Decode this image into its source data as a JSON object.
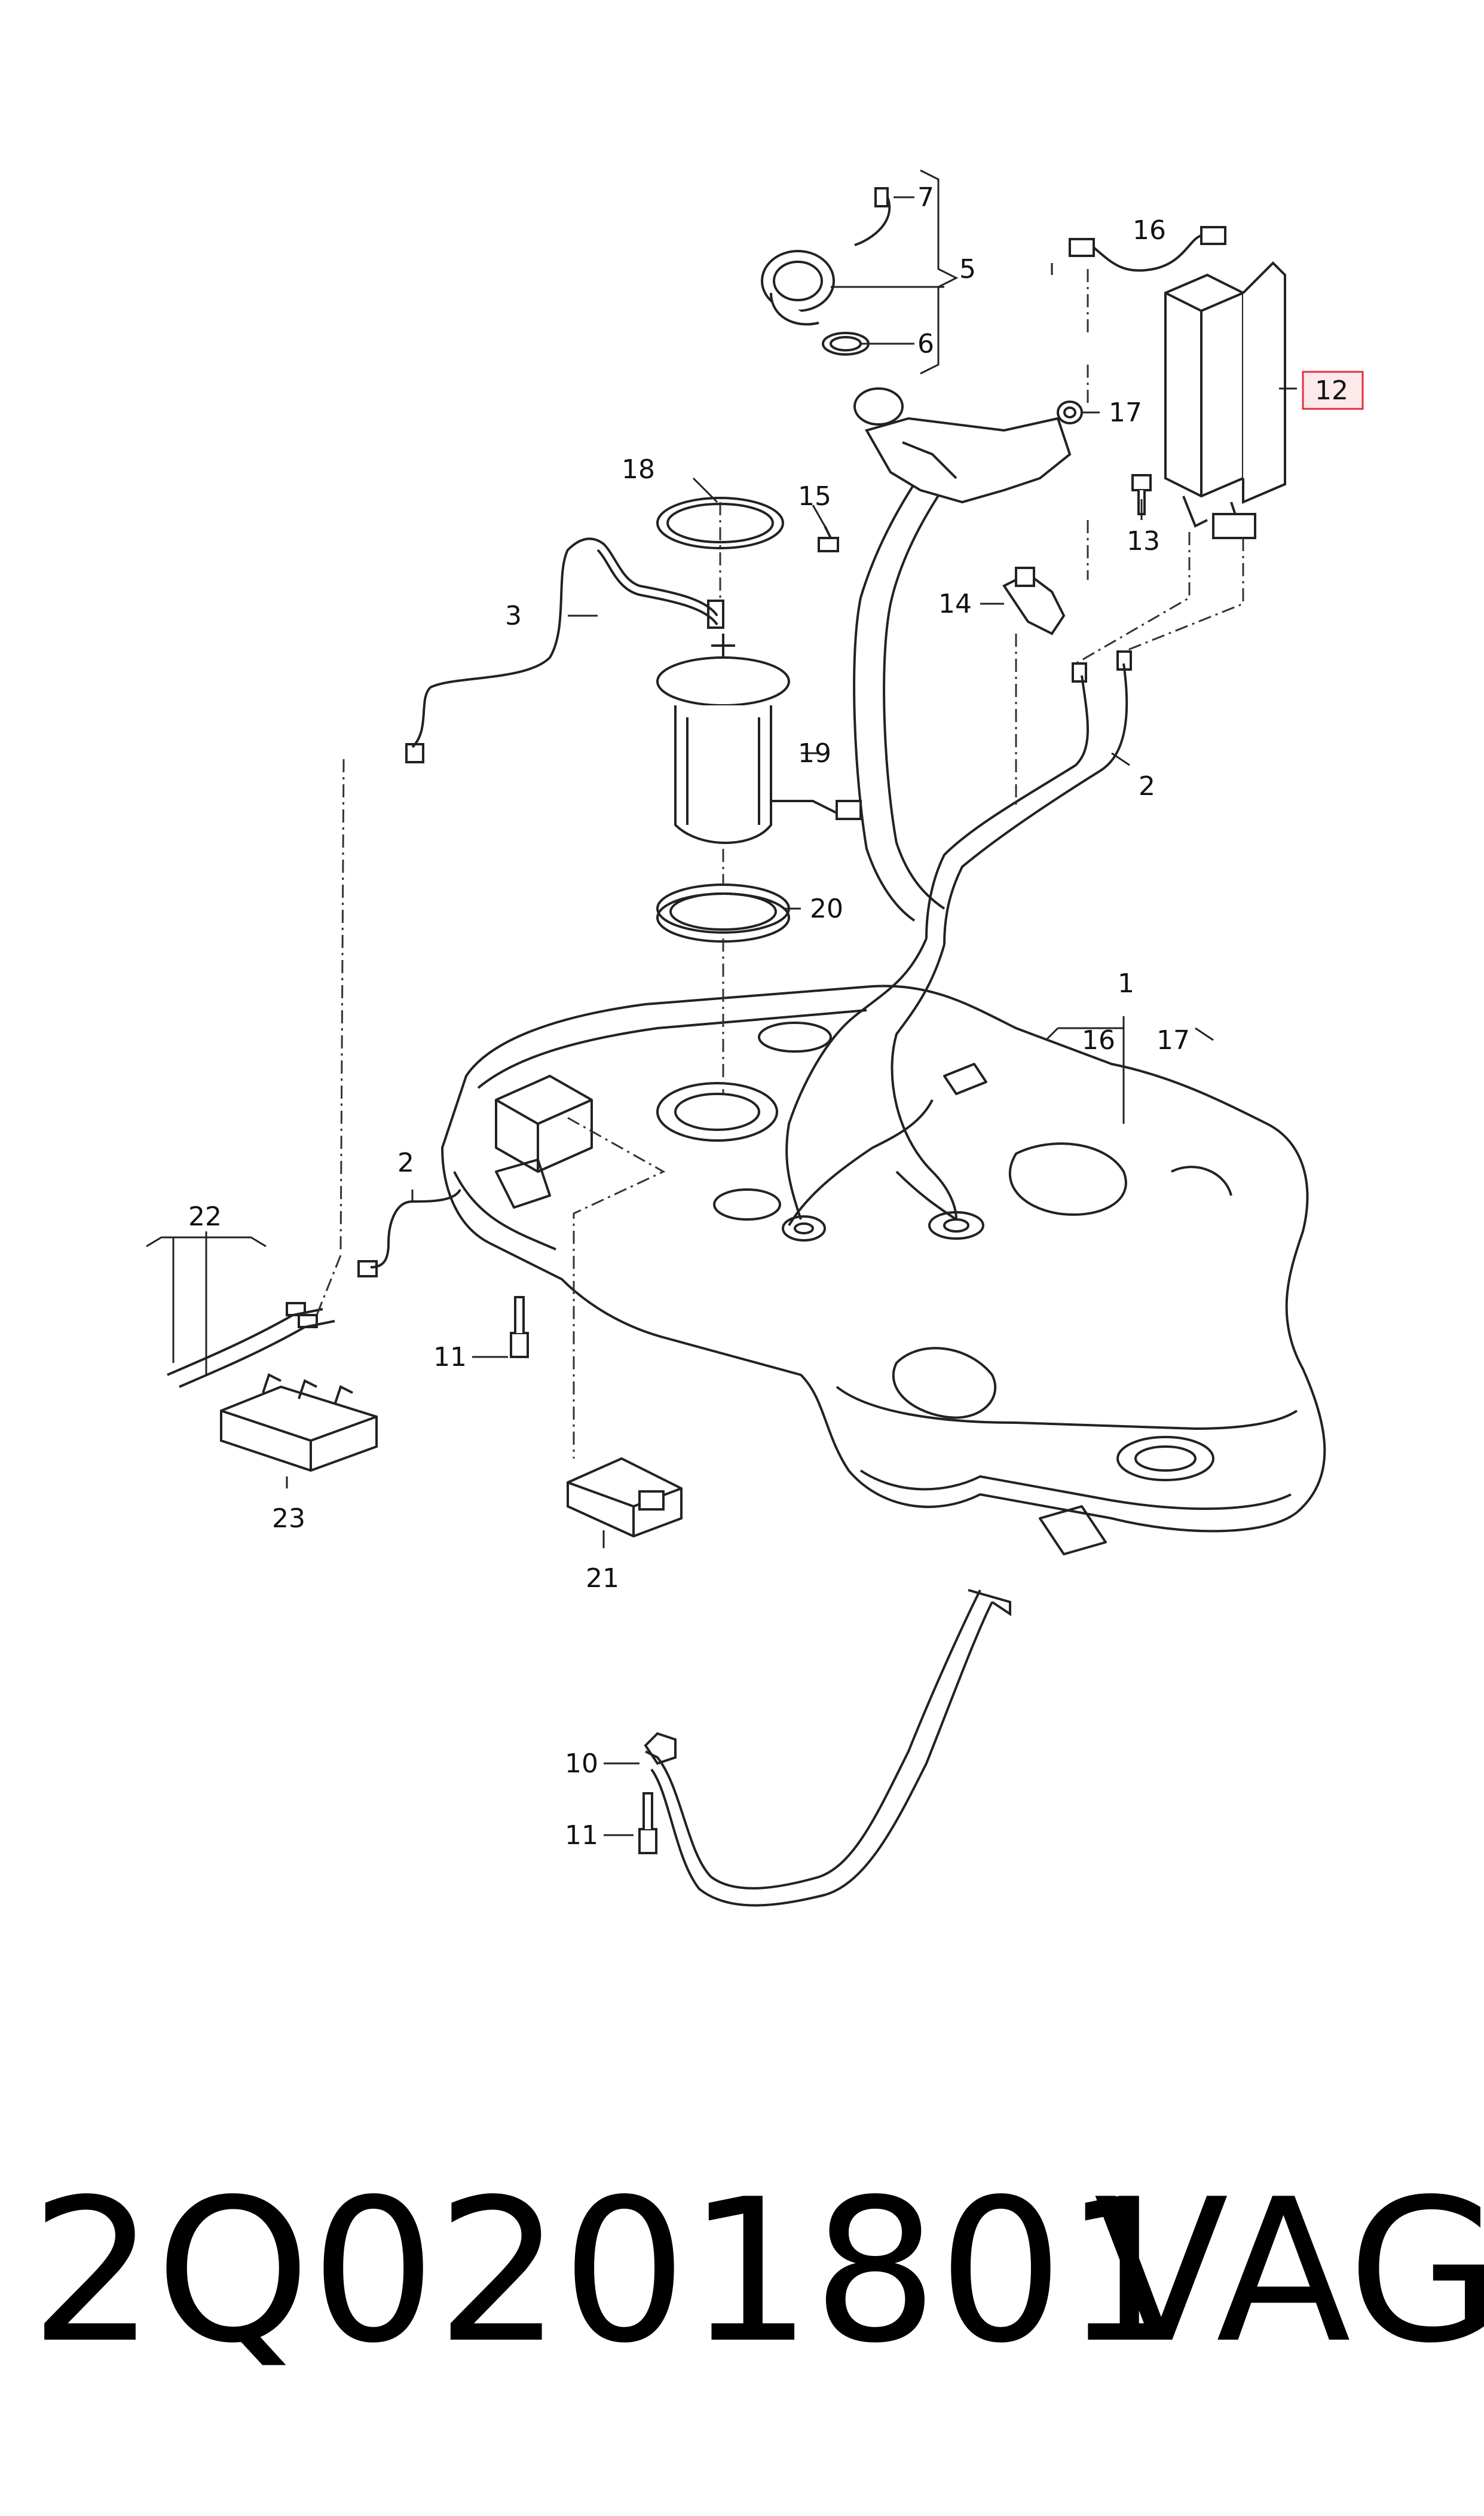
{
  "diagram": {
    "callouts": {
      "c1": "1",
      "c2a": "2",
      "c2b": "2",
      "c3": "3",
      "c5": "5",
      "c6": "6",
      "c7": "7",
      "c10": "10",
      "c11a": "11",
      "c11b": "11",
      "c12": "12",
      "c13": "13",
      "c14": "14",
      "c15": "15",
      "c16a": "16",
      "c16b": "16",
      "c17a": "17",
      "c17b": "17",
      "c18": "18",
      "c19": "19",
      "c20": "20",
      "c21": "21",
      "c22": "22",
      "c23": "23"
    },
    "highlight_color": "#e03040"
  },
  "caption": {
    "part_number": "2Q0201801",
    "brand": "VAG"
  }
}
